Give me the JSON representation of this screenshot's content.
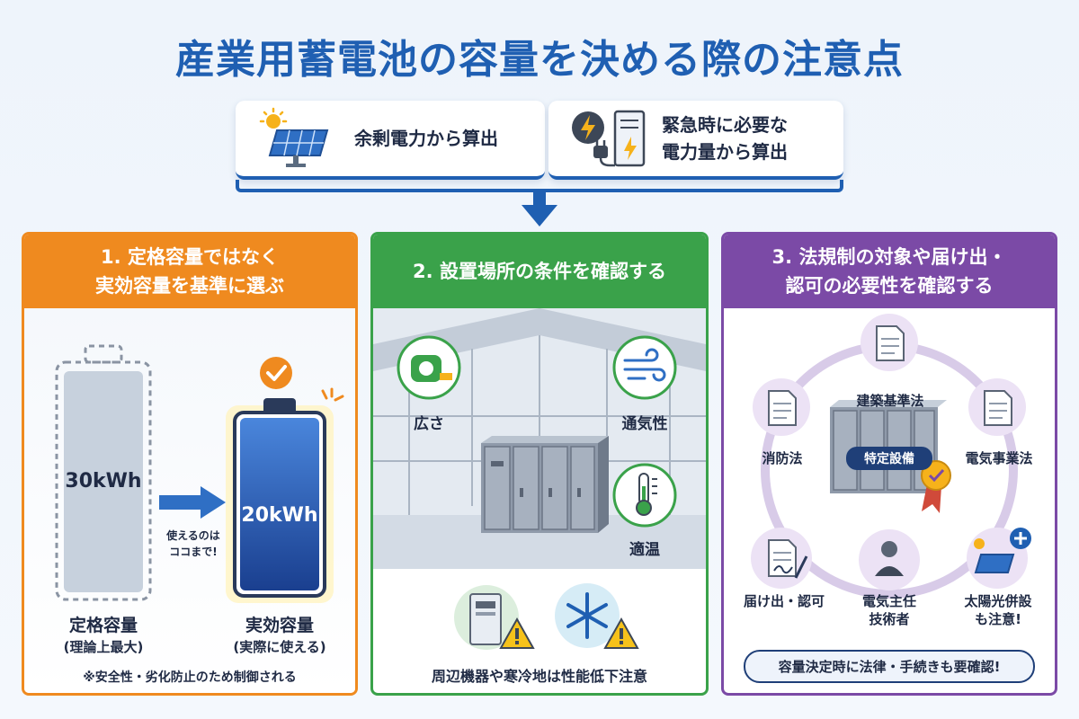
{
  "title": "産業用蓄電池の容量を決める際の注意点",
  "options": [
    {
      "label": "余剰電力から算出",
      "icon": "solar-panel-icon"
    },
    {
      "line1": "緊急時に必要な",
      "line2": "電力量から算出",
      "icon": "power-plug-icon"
    }
  ],
  "panel1": {
    "heading_line1": "1. 定格容量ではなく",
    "heading_line2": "実効容量を基準に選ぶ",
    "rated_value": "30kWh",
    "effective_value": "20kWh",
    "arrow_note_line1": "使えるのは",
    "arrow_note_line2": "ココまで!",
    "rated_label": "定格容量",
    "rated_sub": "(理論上最大)",
    "effective_label": "実効容量",
    "effective_sub": "(実際に使える)",
    "footnote": "※安全性・劣化防止のため制御される",
    "colors": {
      "accent": "#ef8a1f",
      "battery": "#1e4fa8"
    }
  },
  "panel2": {
    "heading": "2. 設置場所の条件を確認する",
    "items": [
      "広さ",
      "通気性",
      "適温"
    ],
    "footnote": "周辺機器や寒冷地は性能低下注意",
    "colors": {
      "accent": "#3aa24a"
    }
  },
  "panel3": {
    "heading_line1": "3. 法規制の対象や届け出・",
    "heading_line2": "認可の必要性を確認する",
    "laws": [
      "建築基準法",
      "消防法",
      "電気事業法"
    ],
    "badge": "特定設備",
    "items": [
      {
        "line1": "届け出・認可",
        "line2": ""
      },
      {
        "line1": "電気主任",
        "line2": "技術者"
      },
      {
        "line1": "太陽光併設",
        "line2": "も注意!"
      }
    ],
    "footnote": "容量決定時に法律・手続きも要確認!",
    "colors": {
      "accent": "#7b4aa6"
    }
  }
}
